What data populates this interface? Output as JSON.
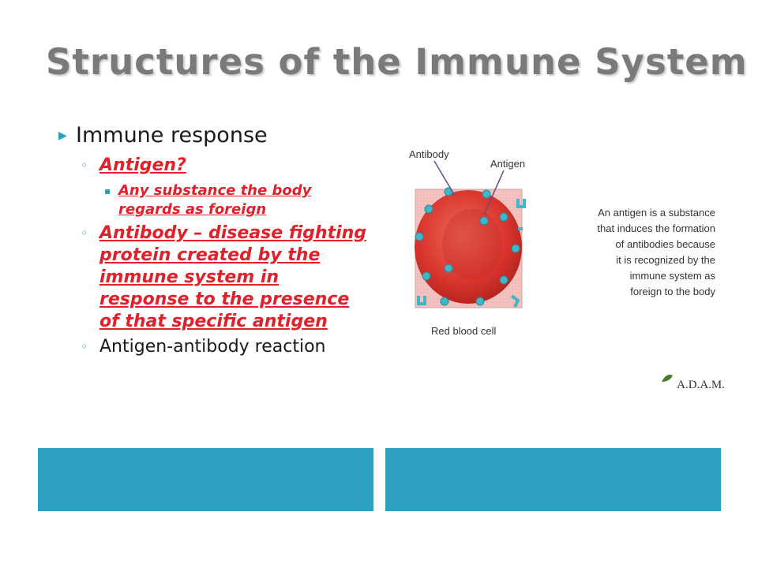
{
  "slide": {
    "title": "Structures of the Immune System",
    "bullets": {
      "level1": "Immune response",
      "antigen_q": "Antigen?",
      "antigen_def": "Any substance the body regards as foreign",
      "antibody_def": "Antibody – disease fighting protein created by the immune system in response to the presence of that specific antigen",
      "reaction": "Antigen-antibody reaction"
    }
  },
  "figure": {
    "label_antibody": "Antibody",
    "label_antigen": "Antigen",
    "label_rbc": "Red blood cell",
    "caption_lines": [
      "An antigen is a substance",
      "that induces the formation",
      "of antibodies because",
      "it is recognized by the",
      "immune system as",
      "foreign to the body"
    ],
    "logo_text": "A.D.A.M.",
    "colors": {
      "cell": "#d8342c",
      "antigen": "#3fb7c9",
      "panel": "#2ea1c0"
    }
  }
}
